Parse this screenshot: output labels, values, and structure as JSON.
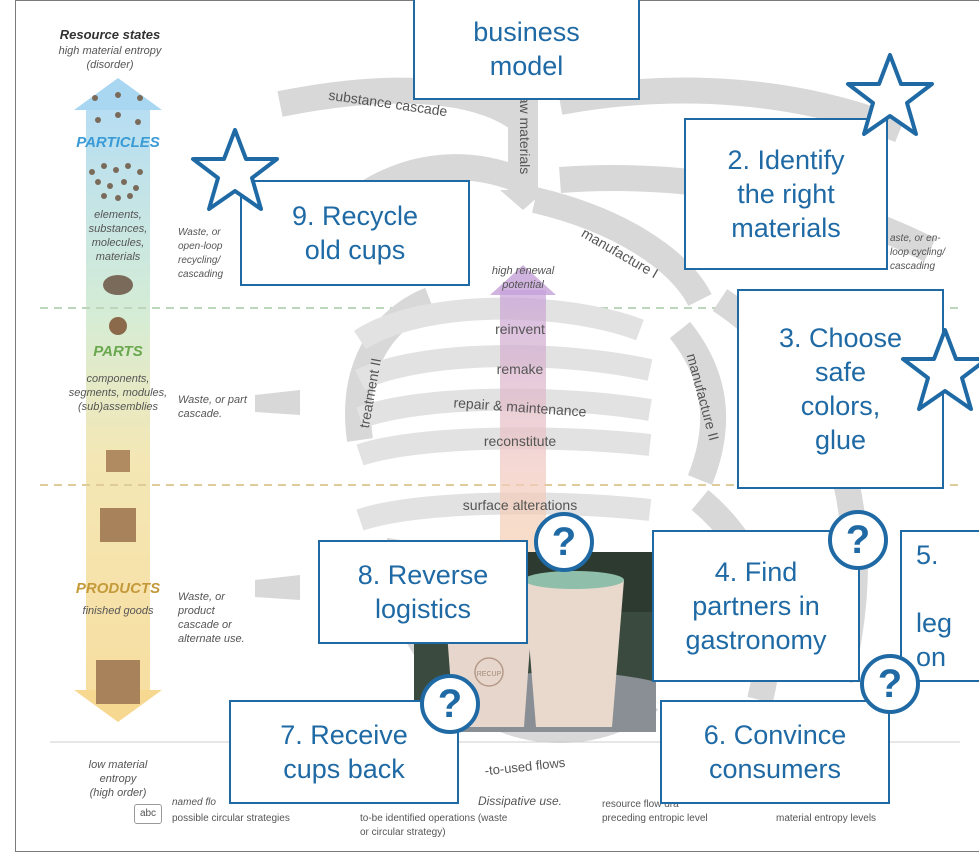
{
  "diagram": {
    "resource_states": {
      "title": "Resource states",
      "top_note": "high material entropy",
      "top_note2": "(disorder)",
      "particles": {
        "title": "PARTICLES",
        "desc": "elements, substances, molecules, materials"
      },
      "parts": {
        "title": "PARTS",
        "desc": "components, segments, modules, (sub)assemblies"
      },
      "products": {
        "title": "PRODUCTS",
        "desc": "finished goods"
      },
      "bottom_note": "low material entropy",
      "bottom_note2": "(high order)"
    },
    "left_notes": {
      "particles": "Waste, or open-loop recycling/ cascading",
      "parts": "Waste, or part cascade.",
      "products": "Waste, or product cascade or alternate use."
    },
    "right_notes": {
      "particles": "aste, or en-loop cycling/ cascading"
    },
    "flows": {
      "substance_cascade": "substance cascade",
      "raw_materials": "aw materials",
      "manufacture_1": "manufacture I",
      "manufacture_2": "manufacture II",
      "treatment_2": "treatment II",
      "high_renewal": "high renewal potential",
      "strategies": [
        "reinvent",
        "remake",
        "repair & maintenance",
        "reconstitute",
        "surface alterations"
      ],
      "used_flows": "-to-used flows",
      "dissipative": "Dissipative use."
    },
    "legend": {
      "abc": "abc",
      "named_flows": "named flo",
      "circular": "possible circular strategies",
      "operations": "to-be identified operations (waste or circular strategy)",
      "resource_flow": "resource flow dra",
      "preceding": "preceding entropic level",
      "transition": "material entropy levels"
    }
  },
  "callouts": {
    "business_model": "business\nmodel",
    "identify": "2. Identify\nthe right\nmaterials",
    "colors": "3. Choose\nsafe\ncolors,\nglue",
    "partners": "4. Find\npartners in\ngastronomy",
    "five": "5.\n\nleg\non",
    "convince": "6. Convince\nconsumers",
    "receive": "7. Receive\ncups back",
    "reverse": "8. Reverse\nlogistics",
    "recycle": "9. Recycle\nold cups"
  },
  "badges": {
    "question": "?"
  },
  "photo": {
    "brand": "RECUP"
  },
  "colors": {
    "accent": "#1f6aa5",
    "particles": "#3a9bd6",
    "parts": "#6aa84f",
    "products": "#c49a3a"
  }
}
